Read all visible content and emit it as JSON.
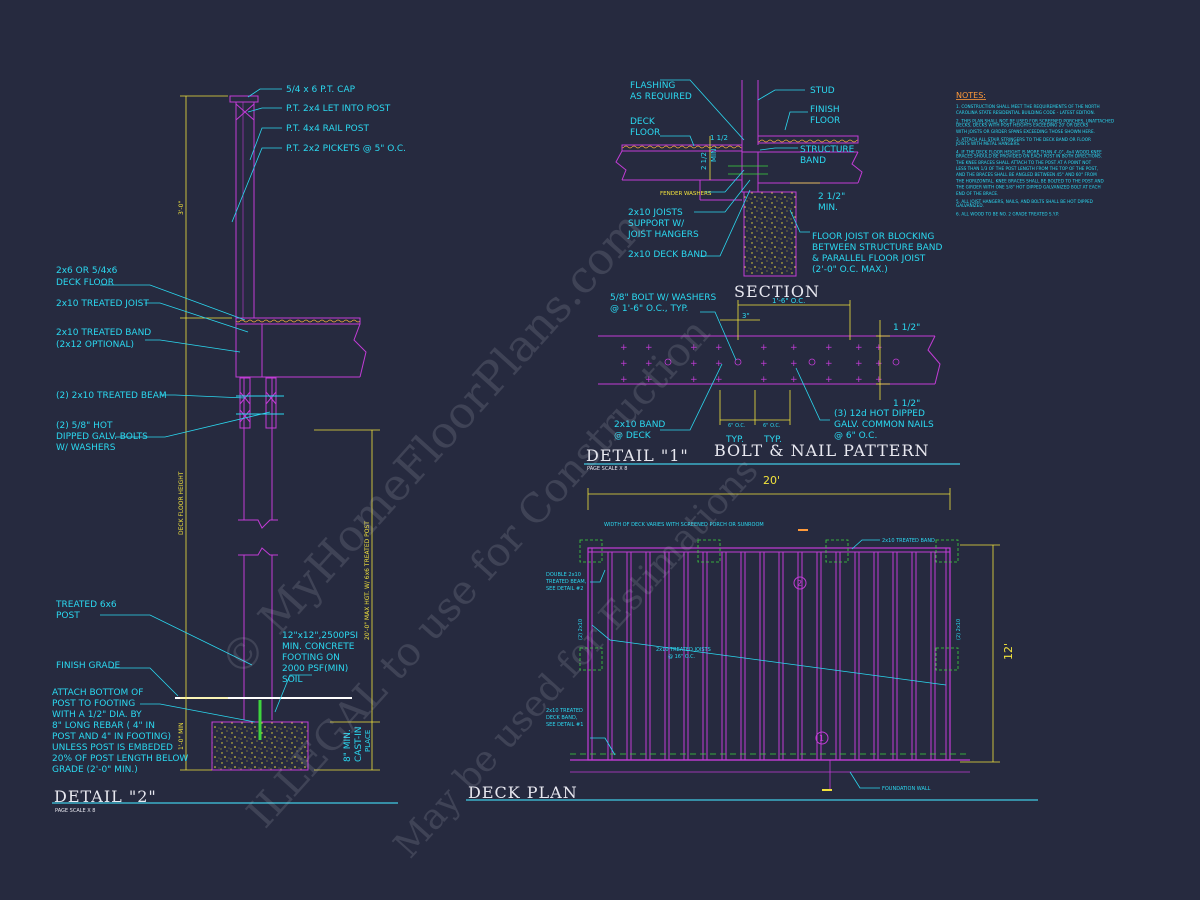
{
  "colors": {
    "background": "#262a3f",
    "framing": "#c23cd6",
    "label": "#2bd8f0",
    "dimension": "#f2e33c",
    "green": "#3ed43e",
    "title": "#e8e8f0",
    "notes_heading": "#ff9a3a",
    "concrete_speckle": "#f2e33c"
  },
  "watermark": {
    "line1": "© MyHomeFloorPlans.com",
    "line2": "ILLEGAL to use for Construction",
    "line3": "May be used for Estimations"
  },
  "detail2": {
    "title": "DETAIL \"2\"",
    "scale": "PAGE SCALE X 8",
    "labels": {
      "cap": "5/4 x 6 P.T. CAP",
      "let_into": "P.T. 2x4 LET INTO POST",
      "rail_post": "P.T. 4x4 RAIL POST",
      "pickets": "P.T. 2x2 PICKETS @ 5\" O.C.",
      "deck_floor_1": "2x6 OR 5/4x6",
      "deck_floor_2": "DECK FLOOR",
      "joist": "2x10 TREATED JOIST",
      "band_1": "2x10 TREATED BAND",
      "band_2": "(2x12 OPTIONAL)",
      "beam": "(2) 2x10 TREATED BEAM",
      "bolts_1": "(2) 5/8\" HOT",
      "bolts_2": "DIPPED GALV. BOLTS",
      "bolts_3": "W/ WASHERS",
      "post_1": "TREATED 6x6",
      "post_2": "POST",
      "footing_1": "12\"x12\",2500PSI",
      "footing_2": "MIN. CONCRETE",
      "footing_3": "FOOTING ON",
      "footing_4": "2000 PSF(MIN)",
      "footing_5": "SOIL",
      "grade": "FINISH GRADE",
      "attach_1": "ATTACH BOTTOM OF",
      "attach_2": "POST TO FOOTING",
      "attach_3": "WITH A 1/2\" DIA. BY",
      "attach_4": "8\" LONG REBAR ( 4\" IN",
      "attach_5": "POST AND 4\" IN FOOTING)",
      "attach_6": "UNLESS POST IS EMBEDED",
      "attach_7": "20% OF POST LENGTH BELOW",
      "attach_8": "GRADE (2'-0\" MIN.)",
      "cast_1": "8\" MIN.",
      "cast_2": "CAST-IN",
      "cast_3": "PLACE"
    },
    "dims": {
      "rail_height": "3'-0\"",
      "deck_height": "DECK FLOOR HEIGHT",
      "max_height": "20'-0\" MAX HGT. W/ 6x6 TREATED POST",
      "footing_depth": "1'-0\" MIN"
    }
  },
  "section": {
    "title": "SECTION",
    "labels": {
      "flashing_1": "FLASHING",
      "flashing_2": "AS REQUIRED",
      "stud": "STUD",
      "finish_1": "FINISH",
      "finish_2": "FLOOR",
      "deck_1": "DECK",
      "deck_2": "FLOOR",
      "structure_1": "STRUCTURE",
      "structure_2": "BAND",
      "fender": "FENDER WASHERS",
      "joists_1": "2x10 JOISTS",
      "joists_2": "SUPPORT W/",
      "joists_3": "JOIST HANGERS",
      "deckband": "2x10 DECK BAND",
      "blocking_1": "FLOOR JOIST OR BLOCKING",
      "blocking_2": "BETWEEN STRUCTURE BAND",
      "blocking_3": "& PARALLEL FLOOR JOIST",
      "blocking_4": "(2'-0\" O.C. MAX.)",
      "half_1": "2 1/2\"",
      "half_2": "MIN.",
      "dim_v1": "2 1/2",
      "dim_v2": "MIN.",
      "dim_v3": "1 1/2"
    }
  },
  "detail1": {
    "title": "DETAIL \"1\"",
    "subtitle": "BOLT & NAIL PATTERN",
    "scale": "PAGE SCALE X 8",
    "labels": {
      "bolt_1": "5/8\" BOLT W/ WASHERS",
      "bolt_2": "@ 1'-6\" O.C., TYP.",
      "oc": "1'-6\" O.C.",
      "three": "3\"",
      "band_1": "2x10 BAND",
      "band_2": "@ DECK",
      "typ": "TYP.",
      "six_oc": "6\" O.C.",
      "nails_1": "(3) 12d HOT DIPPED",
      "nails_2": "GALV. COMMON NAILS",
      "nails_3": "@ 6\" O.C.",
      "edge": "1 1/2\""
    }
  },
  "deck_plan": {
    "title": "DECK PLAN",
    "width": "20'",
    "depth": "12'",
    "width_note": "WIDTH OF DECK VARIES WITH SCREENED PORCH OR SUNROOM",
    "treated_band": "2x10 TREATED BAND",
    "double_1": "DOUBLE 2x10",
    "double_2": "TREATED BEAM,",
    "double_3": "SEE DETAIL #2",
    "joists_1": "2x10 TREATED JOISTS",
    "joists_2": "@ 16\" O.C.",
    "band_1": "2x10 TREATED",
    "band_2": "DECK BAND,",
    "band_3": "SEE DETAIL #1",
    "side_left": "(2) 2x10",
    "side_right": "(2) 2x10",
    "foundation": "FOUNDATION WALL",
    "mark_1": "1",
    "mark_2": "2",
    "beam_mark": "2x"
  },
  "notes": {
    "heading": "NOTES:",
    "items": [
      "1.  CONSTRUCTION SHALL MEET THE REQUIREMENTS OF THE NORTH",
      "     CAROLINA STATE RESIDENTIAL BUILDING CODE - LATEST EDITION.",
      "2.  THIS PLAN SHALL NOT BE USED FOR SCREENED PORCHES, UNATTACHED",
      "     DECKS, DECKS WITH POST HEIGHTS EXCEEDING 20' OR DECKS",
      "     WITH JOISTS OR GIRDER SPANS EXCEEDING THOSE SHOWN HERE.",
      "3.  ATTACH ALL STAIR STRINGERS TO THE DECK BAND OR FLOOR",
      "     JOISTS WITH METAL HANGERS.",
      "4.  IF THE DECK FLOOR HEIGHT IS MORE THAN 4'-0\", 4x4 WOOD KNEE",
      "     BRACES SHOULD BE PROVIDED ON EACH POST IN BOTH DIRECTIONS.",
      "     THE KNEE BRACES SHALL ATTACH TO THE POST AT A POINT NOT",
      "     LESS THAN 1/3 OF THE POST LENGTH FROM THE TOP OF THE POST,",
      "     AND THE BRACES SHALL BE ANGLED BETWEEN 45° AND 60° FROM",
      "     THE HORIZONTAL. KNEE BRACES SHALL BE BOLTED TO THE POST AND",
      "     THE GIRDER WITH ONE 5/8\" HOT DIPPED GALVANIZED BOLT AT EACH",
      "     END OF THE BRACE.",
      "5.  ALL JOIST HANGERS, NAILS, AND BOLTS SHALL BE HOT DIPPED",
      "     GALVANIZED.",
      "6.  ALL WOOD TO BE NO. 2 GRADE TREATED S.Y.P."
    ]
  }
}
